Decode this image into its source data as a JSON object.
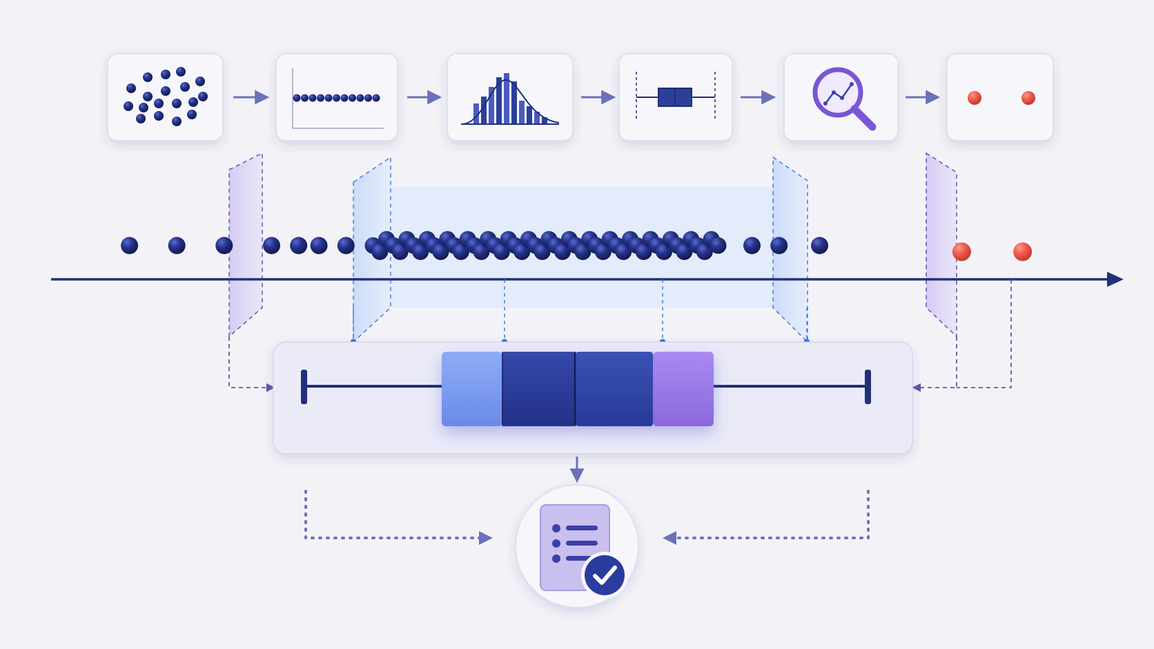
{
  "colors": {
    "background": "#f3f3f7",
    "navy": "#22307a",
    "dot_dark": "#1f2d7a",
    "outlier": "#ef5a4c",
    "q1_box": "#7b9cf0",
    "iqr_box": "#2c3f9a",
    "q3_box": "#9a7be6",
    "arrow": "#6a72b8",
    "dashed_blue": "#4a7ae0",
    "dashed_purple": "#6a4fb0",
    "panel": "#e8e8f6",
    "report": "#c9c0ef",
    "check": "#2a3c9e"
  },
  "steps": [
    {
      "icon": "scattered-data-icon"
    },
    {
      "icon": "sorted-data-icon"
    },
    {
      "icon": "histogram-icon"
    },
    {
      "icon": "box-plot-icon"
    },
    {
      "icon": "magnifier-analysis-icon"
    },
    {
      "icon": "outliers-icon"
    }
  ],
  "chart_data": {
    "type": "scatter",
    "description_free": true,
    "values": [
      0.0,
      0.07,
      0.14,
      0.21,
      0.25,
      0.28,
      0.32,
      0.36,
      0.37,
      0.38,
      0.39,
      0.4,
      0.41,
      0.42,
      0.43,
      0.44,
      0.45,
      0.46,
      0.47,
      0.48,
      0.49,
      0.5,
      0.51,
      0.52,
      0.53,
      0.54,
      0.55,
      0.56,
      0.57,
      0.58,
      0.59,
      0.6,
      0.61,
      0.62,
      0.63,
      0.64,
      0.65,
      0.66,
      0.67,
      0.68,
      0.69,
      0.7,
      0.71,
      0.72,
      0.73,
      0.74,
      0.75,
      0.76,
      0.77,
      0.78,
      0.79,
      0.8,
      0.81,
      0.82,
      0.83,
      0.84,
      0.85,
      0.86,
      0.87,
      0.92,
      0.96,
      1.02
    ],
    "outliers": [
      1.23,
      1.32
    ],
    "box": {
      "whisker_low": 0.28,
      "q1": 0.48,
      "median": 0.66,
      "q3": 0.76,
      "upper_q": 0.85,
      "whisker_high": 1.1
    },
    "xlim": [
      -0.02,
      1.4
    ]
  }
}
